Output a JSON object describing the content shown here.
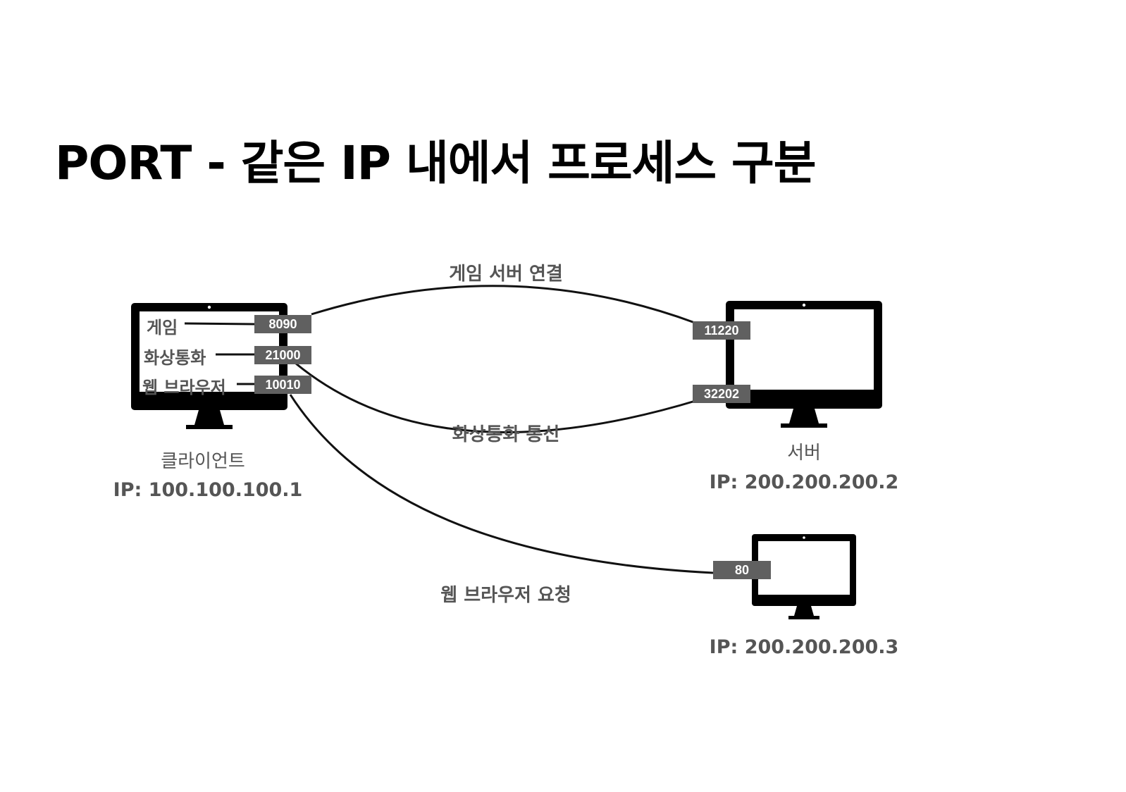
{
  "title": "PORT - 같은 IP 내에서 프로세스 구분",
  "client": {
    "name": "클라이언트",
    "ip": "IP: 100.100.100.1",
    "apps": [
      {
        "label": "게임",
        "port": "8090"
      },
      {
        "label": "화상통화",
        "port": "21000"
      },
      {
        "label": "웹 브라우저",
        "port": "10010"
      }
    ]
  },
  "server": {
    "name": "서버",
    "ip": "IP: 200.200.200.2",
    "ports": [
      "11220",
      "32202"
    ]
  },
  "web_server": {
    "ip": "IP: 200.200.200.3",
    "port": "80"
  },
  "connections": {
    "game": "게임 서버 연결",
    "video": "화상통화 통신",
    "web": "웹 브라우저 요청"
  },
  "colors": {
    "monitor": "#000000",
    "badge": "#606060",
    "label": "#555555",
    "line": "#111111"
  }
}
